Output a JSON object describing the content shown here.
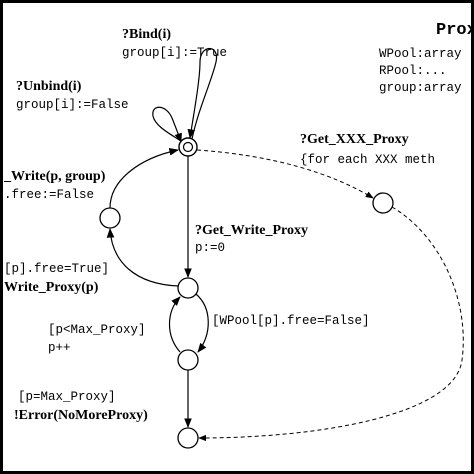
{
  "header": {
    "title": "Proxy",
    "variables": [
      "WPool:array",
      "RPool:...",
      "group:array"
    ]
  },
  "transitions": {
    "bind": {
      "event": "?Bind(i)",
      "action": "group[i]:=True"
    },
    "unbind": {
      "event": "?Unbind(i)",
      "action": "group[i]:=False"
    },
    "get_xxx_proxy": {
      "event": "?Get_XXX_Proxy",
      "action": "{for each XXX meth"
    },
    "write": {
      "event": "_Write(p, group)",
      "action": ".free:=False"
    },
    "get_write_proxy": {
      "event": "?Get_Write_Proxy",
      "action": "p:=0"
    },
    "free_true": {
      "guard": "[p].free=True]",
      "event": "Write_Proxy(p)"
    },
    "increment": {
      "guard": "[p<Max_Proxy]",
      "action": "p++"
    },
    "wpool_false": {
      "guard": "[WPool[p].free=False]"
    },
    "error": {
      "guard": "[p=Max_Proxy]",
      "event": "!Error(NoMoreProxy)"
    }
  }
}
